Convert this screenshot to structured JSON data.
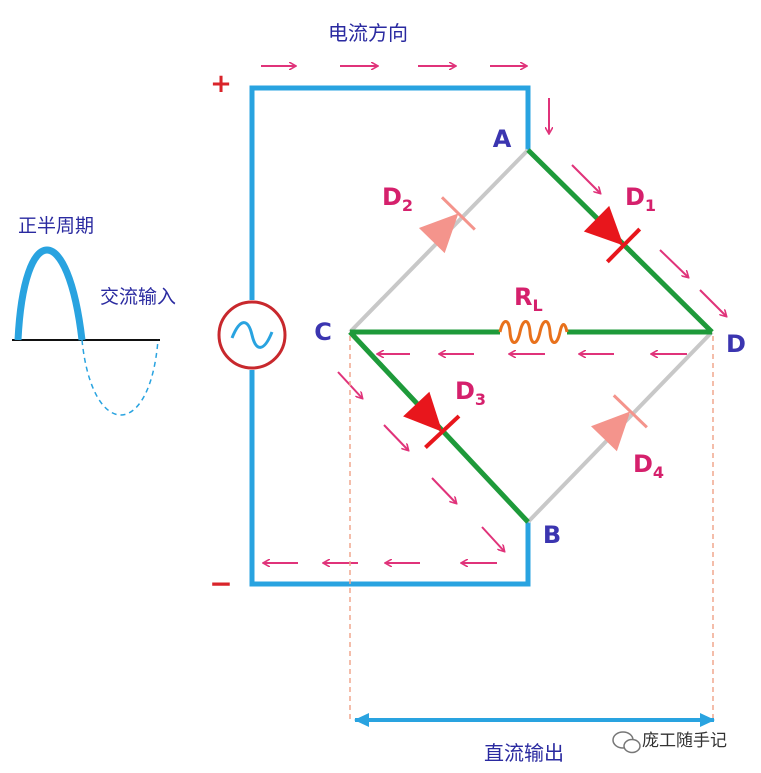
{
  "labels": {
    "current_direction": "电流方向",
    "plus": "+",
    "minus": "−",
    "positive_half_cycle": "正半周期",
    "ac_input": "交流输入",
    "dc_output": "直流输出",
    "watermark": "庞工随手记"
  },
  "nodes": {
    "A": "A",
    "B": "B",
    "C": "C",
    "D": "D"
  },
  "diodes": [
    {
      "id": "D1",
      "letter": "D",
      "sub": "1",
      "state": "conducting"
    },
    {
      "id": "D2",
      "letter": "D",
      "sub": "2",
      "state": "off"
    },
    {
      "id": "D3",
      "letter": "D",
      "sub": "3",
      "state": "conducting"
    },
    {
      "id": "D4",
      "letter": "D",
      "sub": "4",
      "state": "off"
    }
  ],
  "resistor": {
    "letter": "R",
    "sub": "L"
  },
  "colors": {
    "wire": "#29a3e0",
    "conducting_path": "#1e9a3a",
    "off_path": "#c8c8c8",
    "arrow": "#e0337a",
    "diode_on": "#e8161c",
    "diode_off": "#f4948c",
    "node_label": "#3b35b0",
    "diode_label": "#d5206c",
    "source_ring": "#c8282d",
    "resistor": "#e8711c",
    "dashed": "#f0a78e"
  }
}
